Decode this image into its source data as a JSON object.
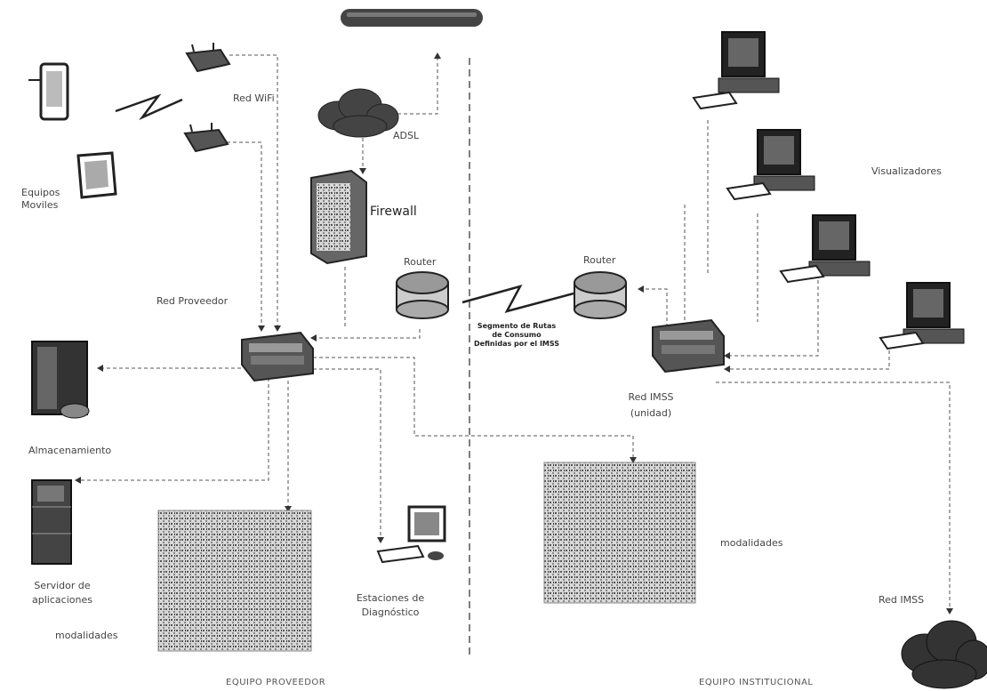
{
  "labels": {
    "wifi": "Red WiFi",
    "mobile_line1": "Equipos",
    "mobile_line2": "Moviles",
    "adsl": "ADSL",
    "firewall": "Firewall",
    "router_left": "Router",
    "router_right": "Router",
    "provider_net": "Red Proveedor",
    "segment_line1": "Segmento de Rutas",
    "segment_line2": "de Consumo",
    "segment_line3": "Definidas por el IMSS",
    "storage": "Almacenamiento",
    "app_servers_line1": "Servidor de",
    "app_servers_line2": "aplicaciones",
    "modalities_left": "modalidades",
    "diagnostic_line1": "Estaciones de",
    "diagnostic_line2": "Diagnóstico",
    "provider_team": "EQUIPO PROVEEDOR",
    "viewers": "Visualizadores",
    "imss_unit_line1": "Red IMSS",
    "imss_unit_line2": "(unidad)",
    "modalities_right": "modalidades",
    "imss_net": "Red IMSS",
    "institutional_team": "EQUIPO INSTITUCIONAL"
  }
}
